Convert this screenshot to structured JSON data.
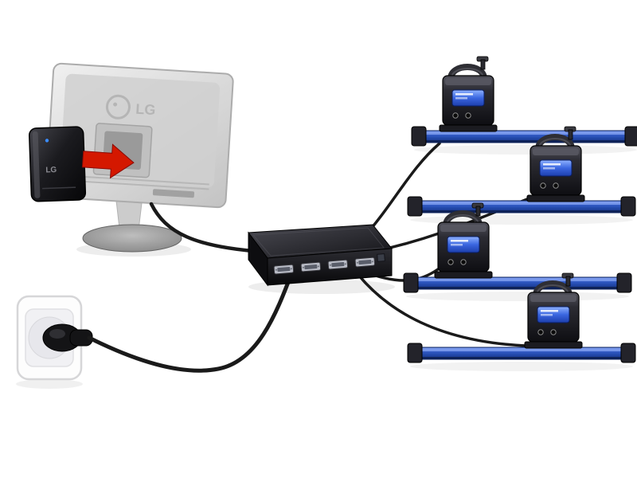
{
  "branding": {
    "monitor_logo": "LG",
    "box_logo": "LG"
  },
  "colors": {
    "background": "#ffffff",
    "cable": "#1a1a1a",
    "arrow_red": "#d41800",
    "rail_blue": "#2a4fb4",
    "screen_blue": "#2a57d8"
  },
  "components": {
    "monitor": "lg-monitor-rear-view",
    "media_box": "media-player-box",
    "arrow": "mount-direction-arrow",
    "hub": "multi-port-distribution-hub",
    "outlet": "wall-power-outlet-with-plug",
    "rail_devices": [
      "rail-device-1",
      "rail-device-2",
      "rail-device-3",
      "rail-device-4"
    ],
    "cables": [
      "power-cable",
      "monitor-cable",
      "device-cable-1",
      "device-cable-2",
      "device-cable-3",
      "device-cable-4"
    ]
  }
}
